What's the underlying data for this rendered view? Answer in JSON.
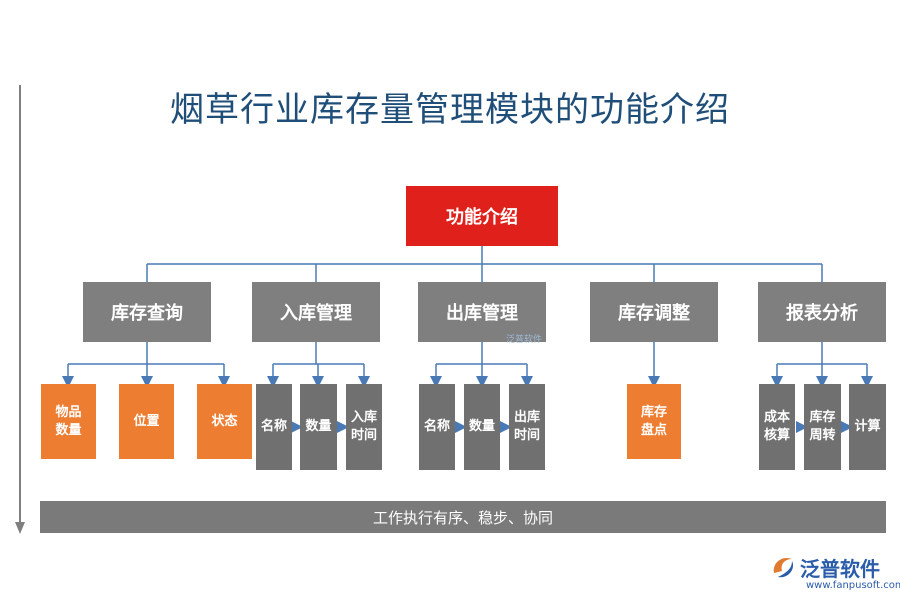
{
  "title": "烟草行业库存量管理模块的功能介绍",
  "root": "功能介绍",
  "categories": [
    "库存查询",
    "入库管理",
    "出库管理",
    "库存调整",
    "报表分析"
  ],
  "items": {
    "query": [
      "物品\n数量",
      "位置",
      "状态"
    ],
    "inbound": [
      "名称",
      "数量",
      "入库\n时间"
    ],
    "outbound": [
      "名称",
      "数量",
      "出库\n时间"
    ],
    "adjust": [
      "库存\n盘点"
    ],
    "report": [
      "成本\n核算",
      "库存\n周转",
      "计算"
    ]
  },
  "footer": "工作执行有序、稳步、协同",
  "watermark": "泛普软件",
  "brand": {
    "name": "泛普软件",
    "url": "www.fanpusoft.com"
  },
  "colors": {
    "title": "#1f4e79",
    "root": "#e0201b",
    "category": "#7f7f7f",
    "orange": "#ed7d31",
    "line": "#4a7ab5"
  }
}
